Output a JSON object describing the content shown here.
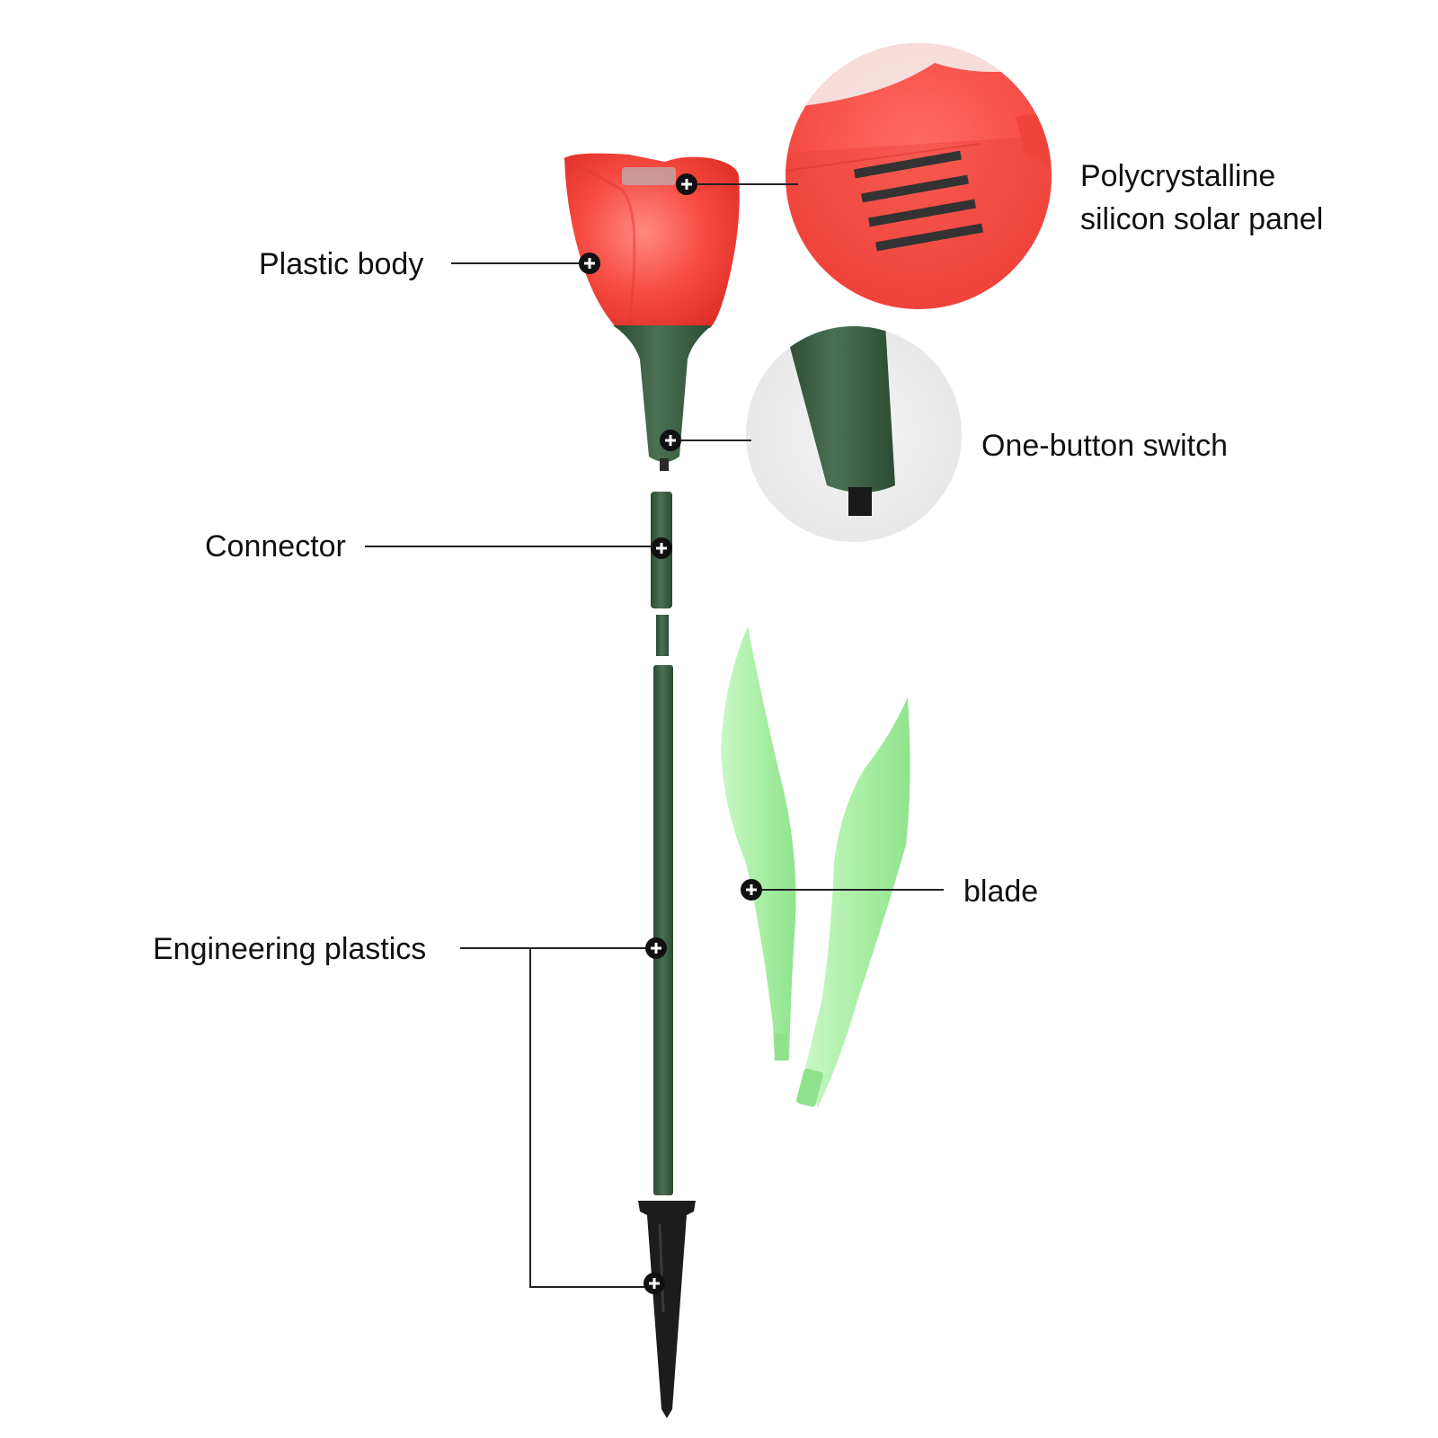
{
  "labels": {
    "plastic_body": "Plastic body",
    "solar_panel_line1": "Polycrystalline",
    "solar_panel_line2": "silicon solar panel",
    "switch": "One-button switch",
    "connector": "Connector",
    "blade": "blade",
    "engineering_plastics": "Engineering plastics"
  },
  "colors": {
    "flower_red": "#f4483f",
    "stem_green": "#365a3e",
    "leaf_green": "#a9eda6",
    "stake_black": "#1c1c1c",
    "marker": "#111111"
  },
  "icons": {
    "marker": "plus-circle-icon"
  }
}
